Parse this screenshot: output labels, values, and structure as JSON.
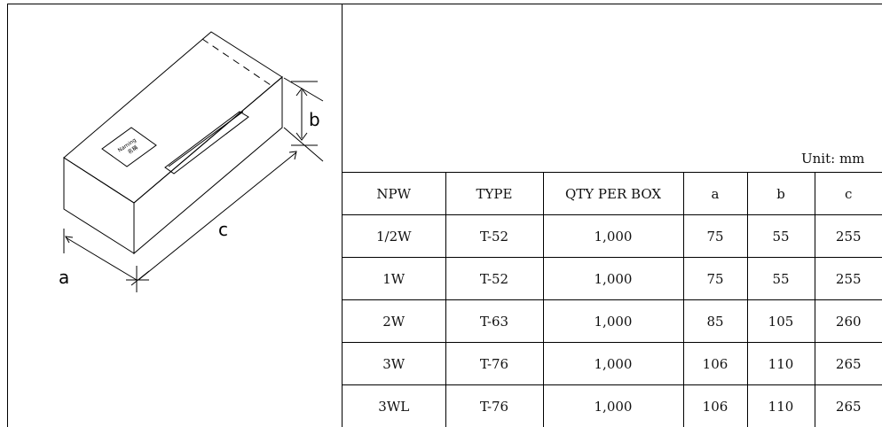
{
  "drawing": {
    "dimension_labels": {
      "a": "a",
      "b": "b",
      "c": "c"
    },
    "label_text": [
      "Naming",
      "名稱"
    ]
  },
  "unit": "Unit:  mm",
  "table": {
    "headers": [
      "NPW",
      "TYPE",
      "QTY PER BOX",
      "a",
      "b",
      "c"
    ],
    "rows": [
      [
        "1/2W",
        "T-52",
        "1,000",
        "75",
        "55",
        "255"
      ],
      [
        "1W",
        "T-52",
        "1,000",
        "75",
        "55",
        "255"
      ],
      [
        "2W",
        "T-63",
        "1,000",
        "85",
        "105",
        "260"
      ],
      [
        "3W",
        "T-76",
        "1,000",
        "106",
        "110",
        "265"
      ],
      [
        "3WL",
        "T-76",
        "1,000",
        "106",
        "110",
        "265"
      ]
    ]
  }
}
